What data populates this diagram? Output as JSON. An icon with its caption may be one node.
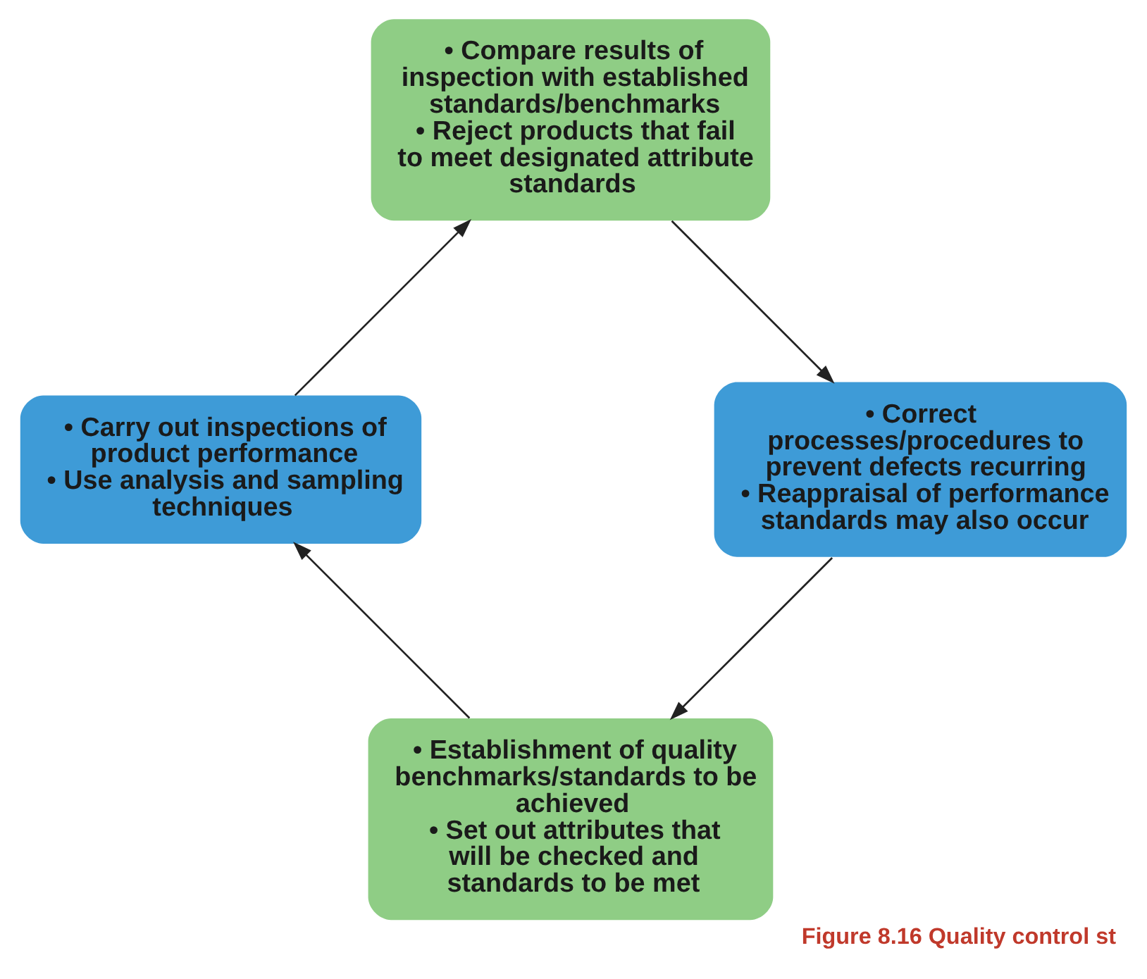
{
  "diagram": {
    "caption": "Figure 8.16 Quality control st",
    "nodes": [
      {
        "text": [
          "• Establishment of quality benchmarks/standards to be achieved",
          "• Set out attributes that will be checked and standards to be met"
        ]
      },
      {
        "text": [
          "• Carry out inspections of product performance",
          "• Use analysis and sampling techniques"
        ]
      },
      {
        "text": [
          "• Compare results of inspection with established standards/benchmarks",
          "• Reject products that fail to meet designated attribute standards"
        ]
      },
      {
        "text": [
          "• Correct processes/procedures to prevent defects recurring",
          "• Reappraisal of performance standards may also occur"
        ]
      }
    ],
    "edges": [
      {
        "from": 0,
        "to": 1,
        "arrow": "to"
      },
      {
        "from": 1,
        "to": 2,
        "arrow": "to"
      },
      {
        "from": 2,
        "to": 3,
        "arrow": "to"
      },
      {
        "from": 3,
        "to": 0,
        "arrow": "to"
      }
    ]
  }
}
